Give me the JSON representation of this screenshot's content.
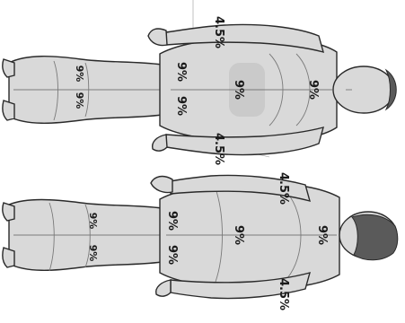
{
  "labels": {
    "front": {
      "head": "9%",
      "torso": "9%",
      "thigh_left": "9%",
      "thigh_right": "9%",
      "shin_left": "9%",
      "shin_right": "9%",
      "arm_upper": "4.5%",
      "arm_lower": "4.5%"
    },
    "back": {
      "head": "9%",
      "torso": "9%",
      "thigh_left": "9%",
      "thigh_right": "9%",
      "shin_left": "9%",
      "shin_right": "9%",
      "arm_upper": "4.5%",
      "arm_lower": "4.5%"
    }
  }
}
